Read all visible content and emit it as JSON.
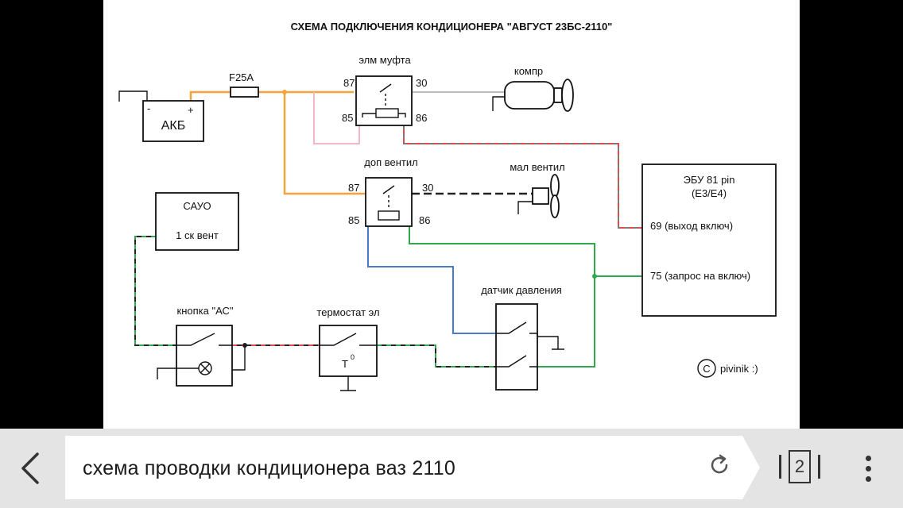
{
  "diagram": {
    "title": "СХЕМА ПОДКЛЮЧЕНИЯ КОНДИЦИОНЕРА \"АВГУСТ 23БС-2110\"",
    "battery": {
      "label": "АКБ",
      "minus": "-",
      "plus": "+"
    },
    "fuse": {
      "label": "F25A"
    },
    "relay_clutch": {
      "label": "элм муфта",
      "pin87": "87",
      "pin30": "30",
      "pin85": "85",
      "pin86": "86"
    },
    "compressor": {
      "label": "компр"
    },
    "relay_fan": {
      "label": "доп вентил",
      "pin87": "87",
      "pin30": "30",
      "pin85": "85",
      "pin86": "86"
    },
    "fan": {
      "label": "мал вентил"
    },
    "ecu": {
      "label": "ЭБУ 81 pin",
      "sub": "(E3/E4)",
      "pin69": "69 (выход включ)",
      "pin75": "75 (запрос на включ)"
    },
    "sauo": {
      "label": "САУО",
      "sub": "1 ск вент"
    },
    "ac_button": {
      "label": "кнопка \"АС\""
    },
    "thermostat": {
      "label": "термостат эл",
      "symbol": "Т",
      "sup": "0"
    },
    "pressure_sensor": {
      "label": "датчик давления"
    },
    "copyright": {
      "symbol": "C",
      "text": "pivinik :)"
    }
  },
  "browser": {
    "url_text": "схема проводки кондиционера ваз 2110",
    "tab_count": "2",
    "icons": [
      "back-arrow-icon",
      "reload-icon",
      "tabs-icon",
      "more-vert-icon"
    ]
  },
  "colors": {
    "orange_wire": "#f2a43a",
    "pink_wire": "#f2b6c4",
    "green_wire": "#2fa84f",
    "blue_wire": "#4a7bc8",
    "toolbar_bg": "#e4e4e4"
  }
}
